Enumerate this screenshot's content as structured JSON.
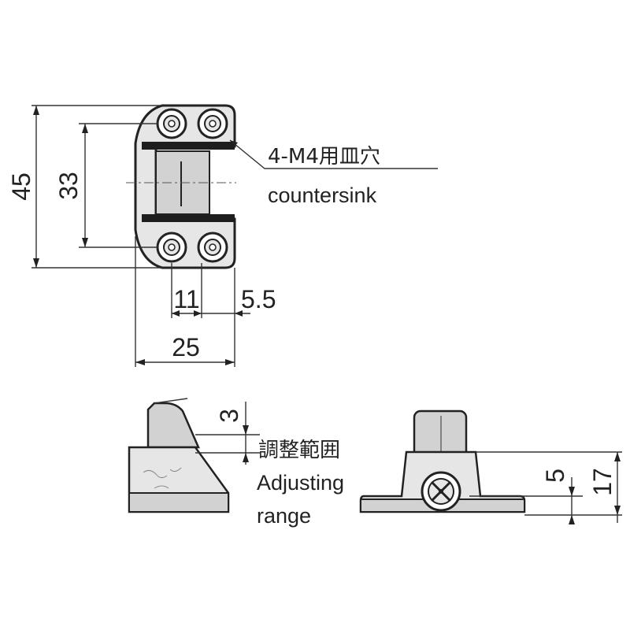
{
  "top_view": {
    "dim_height_outer": "45",
    "dim_height_holes": "33",
    "dim_11": "11",
    "dim_5_5": "5.5",
    "dim_width": "25",
    "hole_label_jp": "4-M4用皿穴",
    "hole_label_en": "countersink"
  },
  "side_view": {
    "dim_adjust": "3",
    "adjust_label_jp": "調整範囲",
    "adjust_label_en_line1": "Adjusting",
    "adjust_label_en_line2": "range"
  },
  "front_view": {
    "dim_5": "5",
    "dim_17": "17"
  },
  "colors": {
    "line": "#222222",
    "fill_light": "#e6e6e6",
    "fill_mid": "#d2d2d2",
    "fill_dark": "#1e1e1e"
  }
}
